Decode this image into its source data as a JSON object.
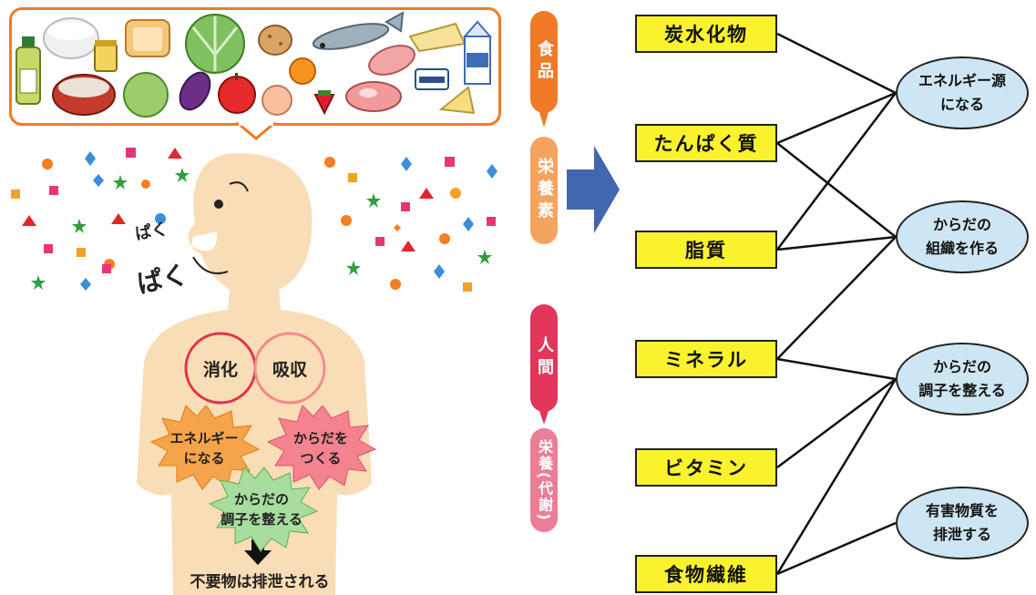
{
  "pills": {
    "food": "食品",
    "nutrient": "栄養素",
    "human": "人間",
    "nutrition": "栄養(代謝)"
  },
  "eating_sounds": {
    "small": "ぱく",
    "large": "ぱく"
  },
  "body": {
    "digestion": "消化",
    "absorption": "吸収",
    "energy_burst": "エネルギー\nになる",
    "build_body_burst": "からだを\nつくる",
    "regulate_burst": "からだの\n調子を整える",
    "excretion_caption": "不要物は排泄される"
  },
  "nutrients": [
    {
      "label": "炭水化物"
    },
    {
      "label": "たんぱく質"
    },
    {
      "label": "脂質"
    },
    {
      "label": "ミネラル"
    },
    {
      "label": "ビタミン"
    },
    {
      "label": "食物繊維"
    }
  ],
  "functions": [
    {
      "label": "エネルギー源\nになる"
    },
    {
      "label": "からだの\n組織を作る"
    },
    {
      "label": "からだの\n調子を整える"
    },
    {
      "label": "有害物質を\n排泄する"
    }
  ],
  "connections": [
    [
      0,
      0
    ],
    [
      1,
      0
    ],
    [
      1,
      1
    ],
    [
      2,
      0
    ],
    [
      2,
      1
    ],
    [
      3,
      1
    ],
    [
      3,
      2
    ],
    [
      4,
      2
    ],
    [
      5,
      2
    ],
    [
      5,
      3
    ]
  ],
  "colors": {
    "food_border": "#f07a28",
    "skin": "#f9ddb6",
    "arrow_blue": "#4266b0",
    "box_yellow": "#fbf22e",
    "ellipse_blue": "#cde6f3",
    "pill_orange": "#f07a28",
    "pill_light_orange": "#f5a460",
    "pill_red": "#e2355a",
    "pill_pink": "#ea7e96"
  },
  "icons": [
    "oil-bottle-icon",
    "rice-bowl-icon",
    "bread-icon",
    "cabbage-icon",
    "potato-icon",
    "fish-icon",
    "meat-icon",
    "milk-carton-icon",
    "lettuce-icon",
    "eggplant-icon",
    "apple-icon",
    "peach-icon",
    "orange-icon",
    "strawberry-icon",
    "cheese-icon",
    "yogurt-icon"
  ]
}
